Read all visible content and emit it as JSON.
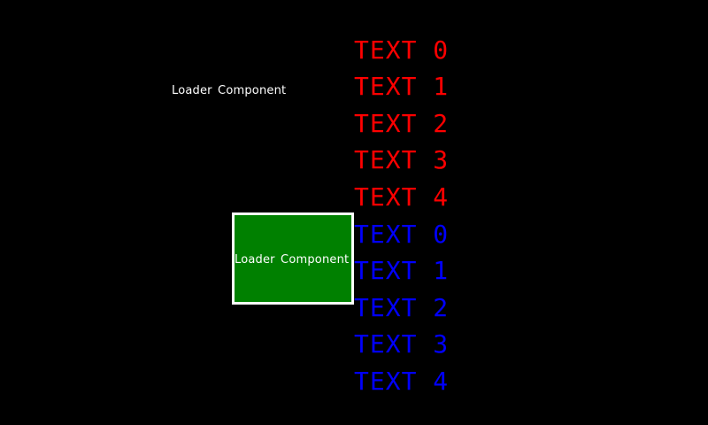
{
  "loader_top": {
    "label": "Loader Component"
  },
  "loader_box": {
    "label": "Loader Component",
    "fill_color": "#008000",
    "border_color": "#ffffff"
  },
  "text_items": [
    {
      "label": "TEXT 0",
      "color": "#ff0000"
    },
    {
      "label": "TEXT 1",
      "color": "#ff0000"
    },
    {
      "label": "TEXT 2",
      "color": "#ff0000"
    },
    {
      "label": "TEXT 3",
      "color": "#ff0000"
    },
    {
      "label": "TEXT 4",
      "color": "#ff0000"
    },
    {
      "label": "TEXT 0",
      "color": "#0000ff"
    },
    {
      "label": "TEXT 1",
      "color": "#0000ff"
    },
    {
      "label": "TEXT 2",
      "color": "#0000ff"
    },
    {
      "label": "TEXT 3",
      "color": "#0000ff"
    },
    {
      "label": "TEXT 4",
      "color": "#0000ff"
    }
  ]
}
